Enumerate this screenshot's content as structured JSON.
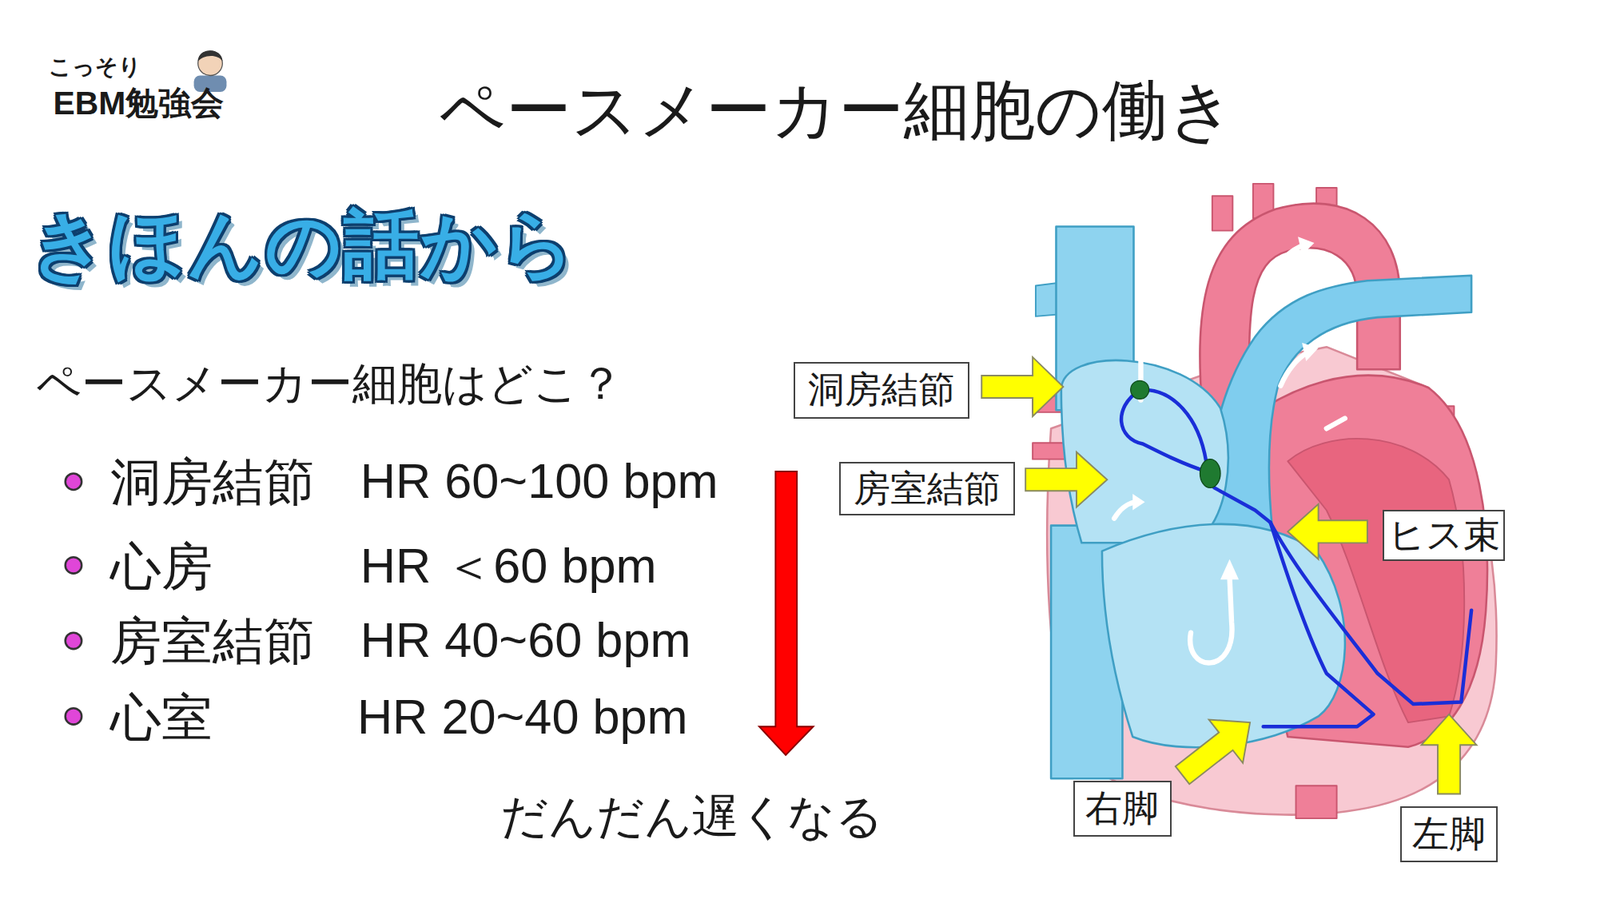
{
  "diagram": {
    "title": "ペースメーカー細胞の働き",
    "nodes": [
      {
        "text": [
          "洞房結節"
        ]
      },
      {
        "text": [
          "房室結節"
        ]
      },
      {
        "text": [
          "ヒス束"
        ]
      },
      {
        "text": [
          "右脚"
        ]
      },
      {
        "text": [
          "左脚"
        ]
      }
    ],
    "labels": [
      "こっそり",
      "EBM勉強会",
      "きほんの話から",
      "ペースメーカー細胞はどこ？",
      "洞房結節",
      "HR 60~100 bpm",
      "心房",
      "HR ＜60 bpm",
      "房室結節",
      "HR 40~60 bpm",
      "心室",
      "HR 20~40 bpm",
      "だんだん遅くなる"
    ]
  }
}
